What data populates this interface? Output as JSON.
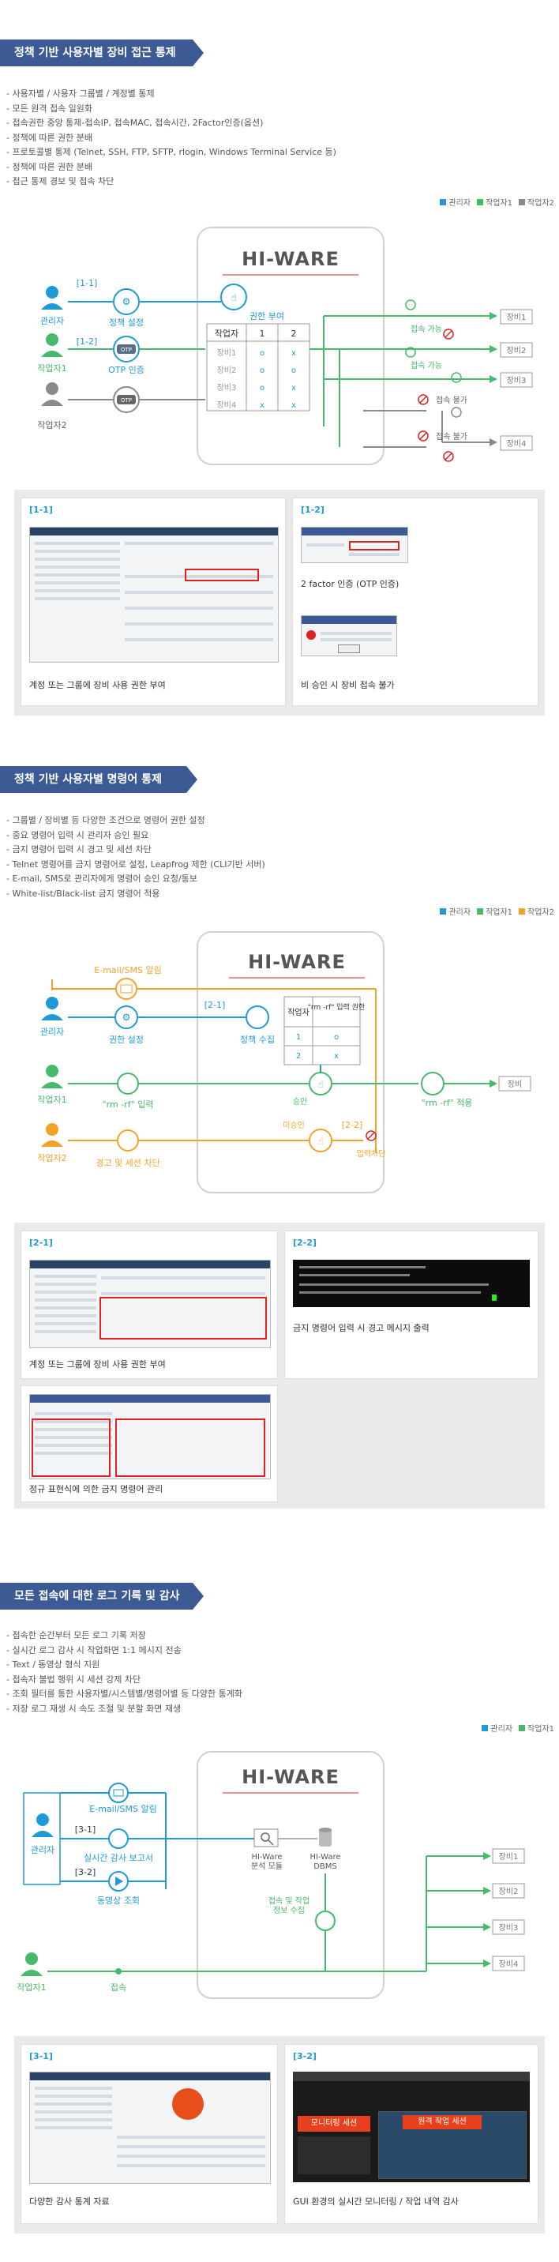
{
  "colors": {
    "admin": "#1f9ad6",
    "worker1": "#46b96b",
    "worker2": "#8a8a8a",
    "orange": "#f2a229",
    "title_bg": "#3c5a94",
    "red": "#d22"
  },
  "legend": {
    "admin": "관리자",
    "worker1": "작업자1",
    "worker2": "작업자2"
  },
  "logo": "HI-WARE",
  "section1": {
    "title": "정책 기반 사용자별 장비 접근 통제",
    "bullets": [
      "사용자별 / 사용자 그룹별 / 계정별 통제",
      "모든 원격 접속 일원화",
      "접속권한 중앙 통제-접속IP, 접속MAC, 접속시간, 2Factor인증(옵션)",
      "정책에 따른 권한 분배",
      "프로토콜별 통제 (Telnet, SSH, FTP, SFTP, rlogin, Windows Terminal Service 등)",
      "정책에 따른 권한 분배",
      "접근 통제 경보 및 접속 차단"
    ],
    "diagram": {
      "admin": "관리자",
      "worker1": "작업자1",
      "worker2": "작업자2",
      "step1": "[1-1]",
      "step2": "[1-2]",
      "policy": "정책 설정",
      "otp": "OTP 인증",
      "grant": "권한 부여",
      "otp_badge": "OTP",
      "table_header": [
        "작업자",
        "1",
        "2"
      ],
      "table_rows": [
        [
          "장비1",
          "o",
          "x"
        ],
        [
          "장비2",
          "o",
          "o"
        ],
        [
          "장비3",
          "o",
          "x"
        ],
        [
          "장비4",
          "x",
          "x"
        ]
      ],
      "allow": "접속 가능",
      "deny": "접속 불가",
      "equip": [
        "장비1",
        "장비2",
        "장비3",
        "장비4"
      ]
    },
    "cards": [
      {
        "tag": "[1-1]",
        "caption": "계정 또는 그룹에 장비 사용 권한 부여"
      },
      {
        "tag": "[1-2]",
        "caption": "2 factor 인증 (OTP 인증)",
        "caption2": "비 승인 시 장비 접속 불가"
      }
    ]
  },
  "section2": {
    "title": "정책 기반 사용자별 명령어 통제",
    "bullets": [
      "그룹별 / 장비별 등 다양한 조건으로 명령어 권한 설정",
      "중요 명령어 입력 시 관리자 승인 필요",
      "금지 명령어 입력 시 경고 및 세션 차단",
      "Telnet 명령어를 금지 명령어로 설정, Leapfrog 제한 (CLI기반 서버)",
      "E-mail, SMS로 관리자에게 명령어 승인 요청/통보",
      "White-list/Black-list 금지 명령어 적용"
    ],
    "diagram": {
      "admin": "관리자",
      "worker1": "작업자1",
      "worker2": "작업자2",
      "email": "E-mail/SMS 알림",
      "perm": "권한 설정",
      "collect": "정책 수집",
      "step21": "[2-1]",
      "step22": "[2-2]",
      "table_header": [
        "작업자",
        "\"rm -rf\" 입력 권한"
      ],
      "table_rows": [
        [
          "1",
          "o"
        ],
        [
          "2",
          "x"
        ]
      ],
      "rm_input": "\"rm -rf\" 입력",
      "warn": "경고 및 세션 차단",
      "approve": "승인",
      "deny": "미승인",
      "block": "입력차단",
      "apply": "\"rm -rf\" 적용",
      "equip": "장비"
    },
    "cards": [
      {
        "tag": "[2-1]",
        "caption": "계정 또는 그룹에 장비 사용 권한 부여"
      },
      {
        "tag": "[2-2]",
        "caption": "금지 명령어 입력 시 경고 메시지 출력"
      },
      {
        "caption": "정규 표현식에 의한 금지 명령어 관리"
      }
    ]
  },
  "section3": {
    "title": "모든 접속에 대한 로그 기록 및 감사",
    "bullets": [
      "접속한 순간부터 모든 로그 기록 저장",
      "실시간 로그 감사 시 작업화면 1:1 메시지 전송",
      "Text / 동영상 형식 지원",
      "접속자 불법 행위 시 세션 강제 차단",
      "조회 필터를 통한 사용자별/시스템별/명령어별 등 다양한 통계화",
      "저장 로그 재생 시 속도 조절 및 분할 화면 재생"
    ],
    "diagram": {
      "admin": "관리자",
      "worker1": "작업자1",
      "email": "E-mail/SMS 알림",
      "step31": "[3-1]",
      "step32": "[3-2]",
      "report": "실시간 감사 보고서",
      "video": "동영상 조회",
      "module": "HI-Ware 분석 모듈",
      "dbms": "HI-Ware DBMS",
      "collect": "접속 및 작업 정보 수집",
      "connect": "접속",
      "equip": [
        "장비1",
        "장비2",
        "장비3",
        "장비4"
      ]
    },
    "cards": [
      {
        "tag": "[3-1]",
        "caption": "다양한 감사 통계 자료"
      },
      {
        "tag": "[3-2]",
        "caption": "GUI 환경의 실시간 모니터링 / 작업 내역 감사",
        "monitor": "모니터링 세션",
        "remote": "원격 작업 세션"
      }
    ]
  }
}
